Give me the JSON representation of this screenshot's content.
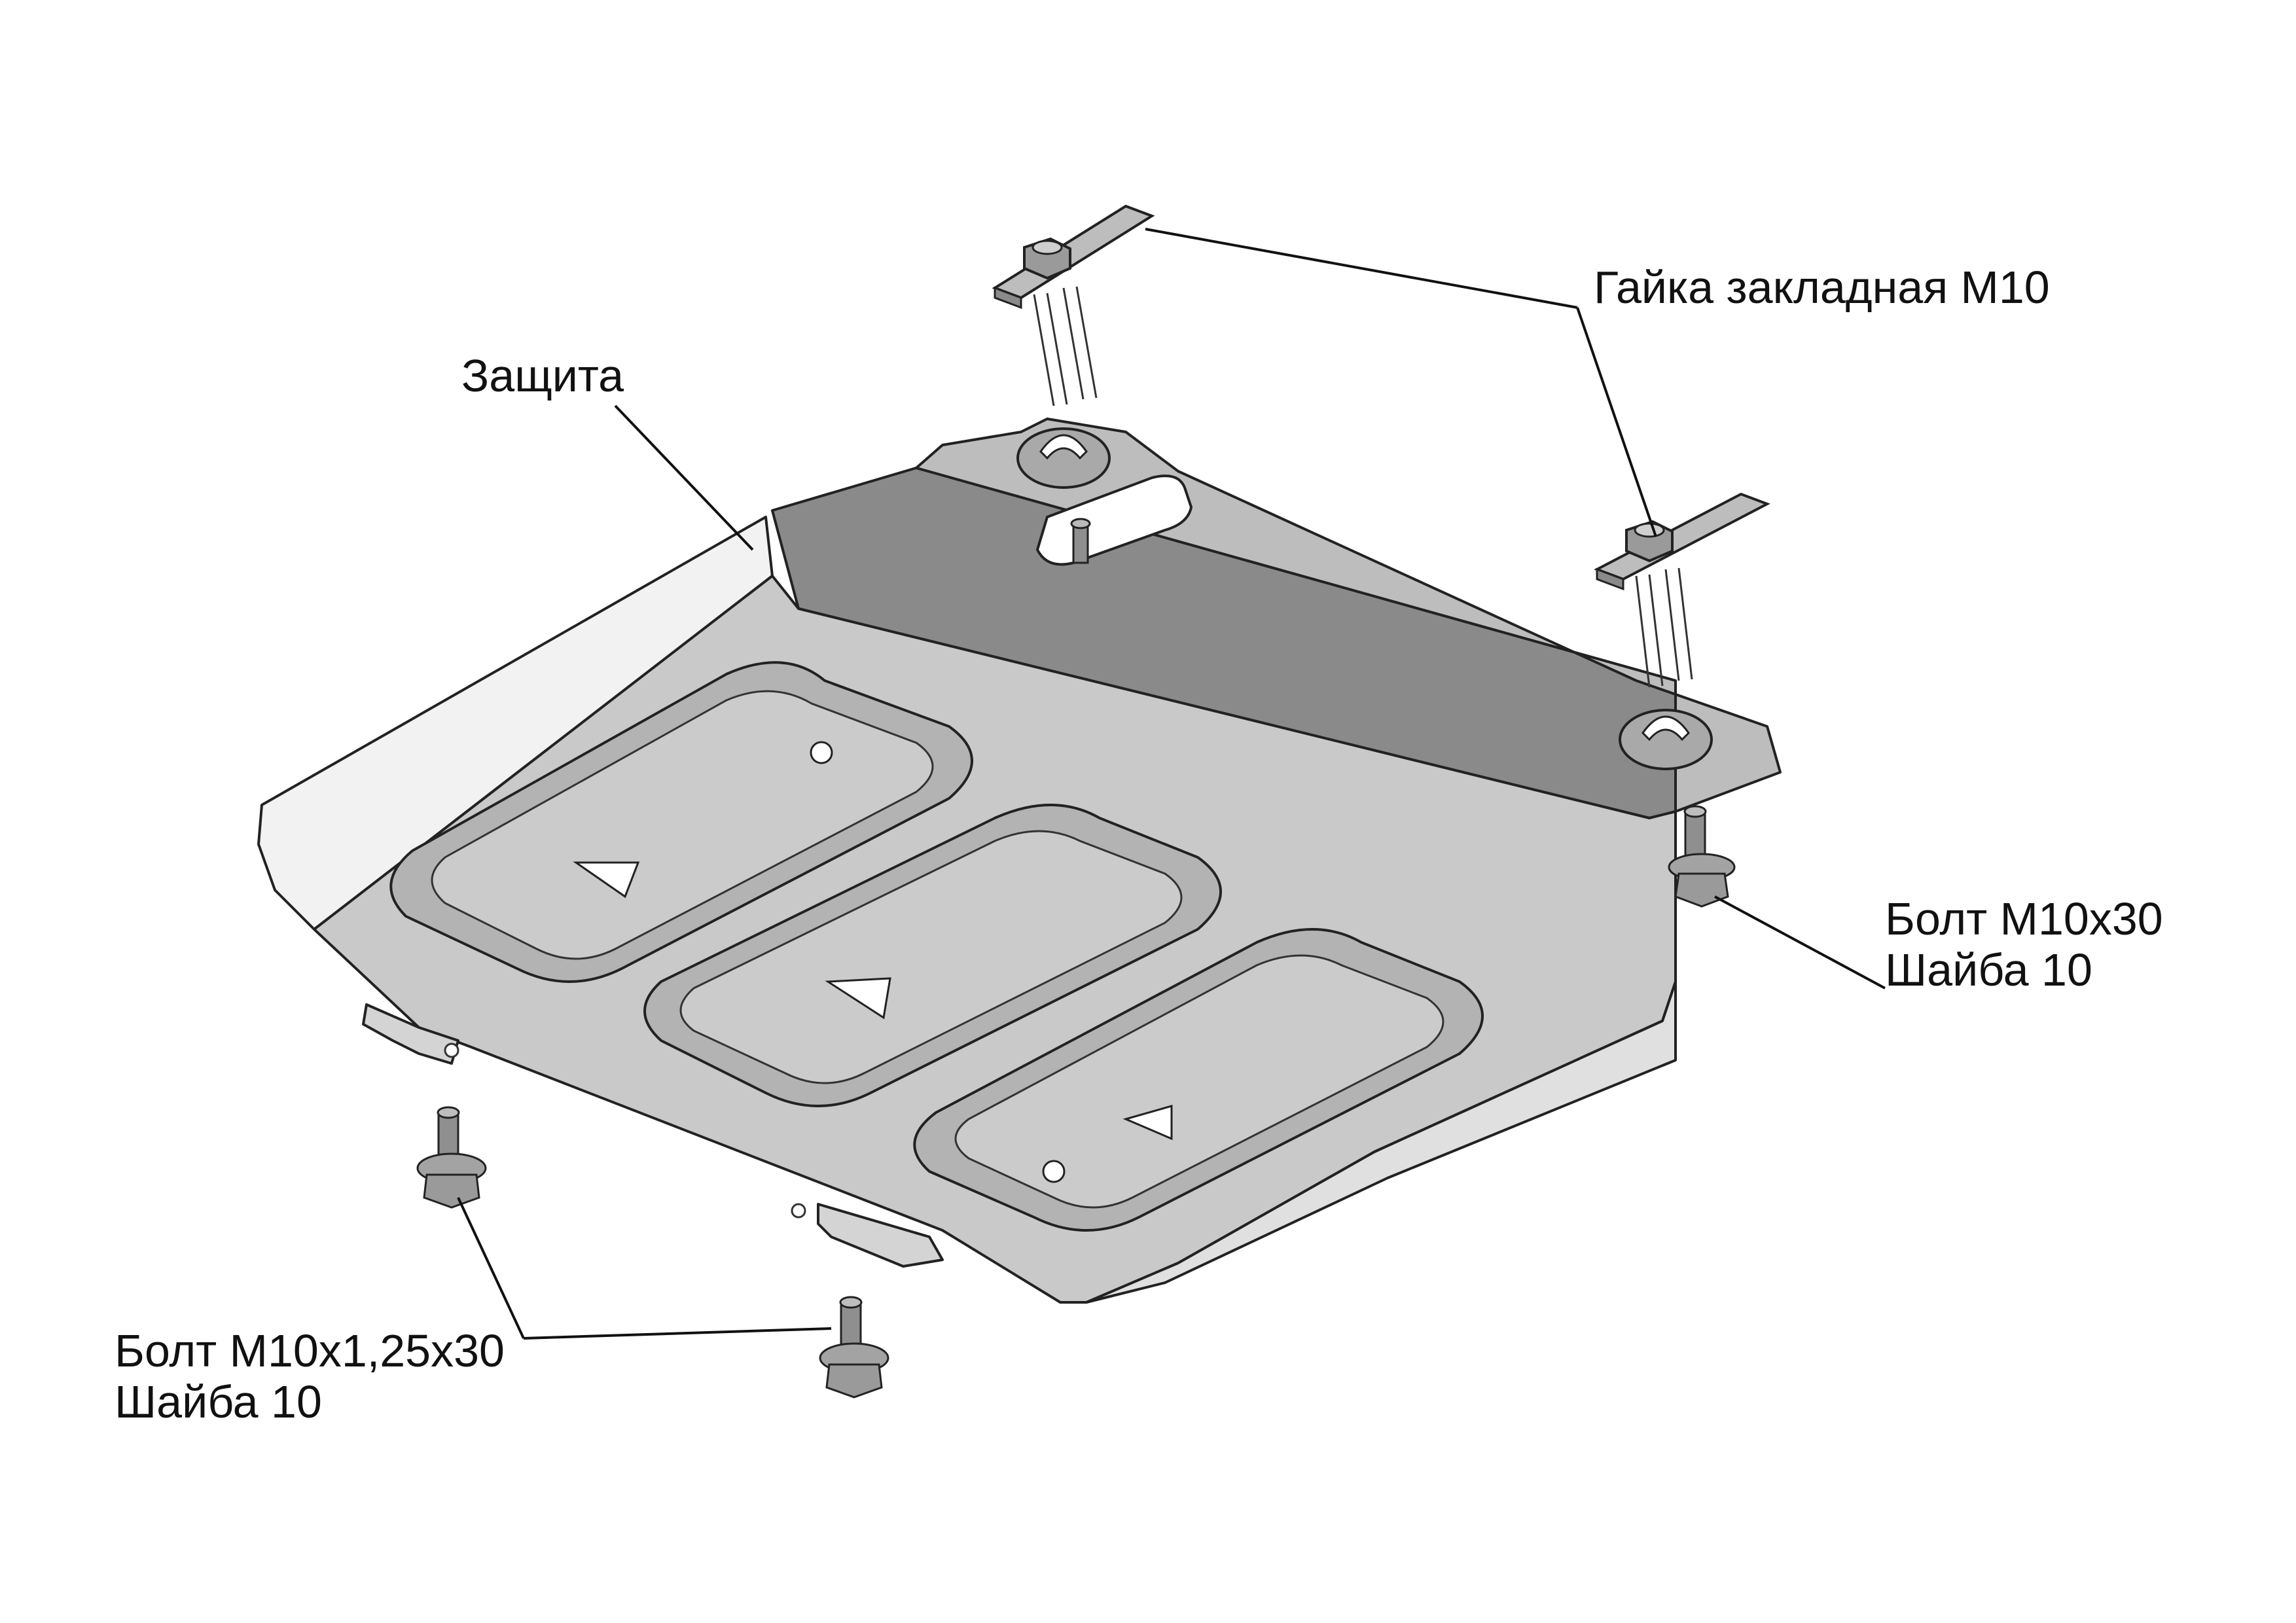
{
  "labels": {
    "guard": "Защита",
    "insert_nut": "Гайка закладная М10",
    "bolt_right_line1": "Болт М10х30",
    "bolt_right_line2": "Шайба 10",
    "bolt_left_line1": "Болт М10х1,25х30",
    "bolt_left_line2": "Шайба 10"
  },
  "colors": {
    "plate_top": "#c9c9c9",
    "plate_flange_light": "#f2f2f2",
    "plate_flange_dark": "#8a8a8a",
    "plate_rear": "#bdbdbd",
    "hardware": "#8f8f8f",
    "leader": "#111111"
  }
}
